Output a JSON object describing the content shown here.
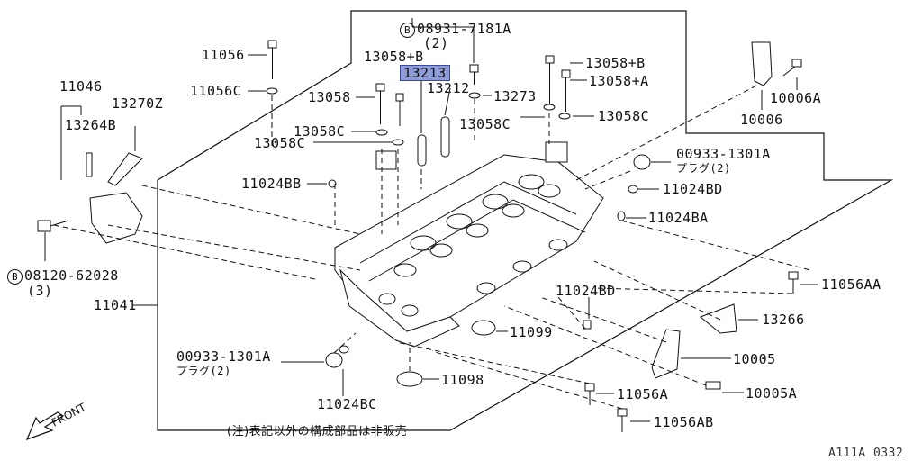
{
  "labels": {
    "p11056": "11056",
    "p11056C": "11056C",
    "p11046": "11046",
    "p13270Z": "13270Z",
    "p13264B": "13264B",
    "p13058": "13058",
    "p13058C_a": "13058C",
    "p13058C_b": "13058C",
    "p13058B_top": "13058+B",
    "p13213": "13213",
    "p13212": "13212",
    "p13273": "13273",
    "p13058C_c": "13058C",
    "p13058C_d": "13058C",
    "p13058B_right": "13058+B",
    "p13058A": "13058+A",
    "p08931": "08931-7181A",
    "p08931_qty": "(2)",
    "p10006": "10006",
    "p10006A": "10006A",
    "p00933_top": "00933-1301A",
    "p00933_top_sub": "プラグ(2)",
    "p11024BB": "11024BB",
    "p11024BD_a": "11024BD",
    "p11024BA": "11024BA",
    "p08120": "08120-62028",
    "p08120_qty": "(3)",
    "p11041": "11041",
    "p11024BD_b": "11024BD",
    "p11056AA": "11056AA",
    "p13266": "13266",
    "p11099": "11099",
    "p00933_bot": "00933-1301A",
    "p00933_bot_sub": "プラグ(2)",
    "p10005": "10005",
    "p11098": "11098",
    "p11056A": "11056A",
    "p10005A": "10005A",
    "p11024BC": "11024BC",
    "p11056AB": "11056AB",
    "bolt_mark": "B"
  },
  "highlighted_part": "13213",
  "footer_note": "(注)表記以外の構成部品は非販売",
  "front_label": "FRONT",
  "diagram_code": "A111A 0332",
  "colors": {
    "highlight": "#8d9bd6",
    "line": "#111111"
  }
}
